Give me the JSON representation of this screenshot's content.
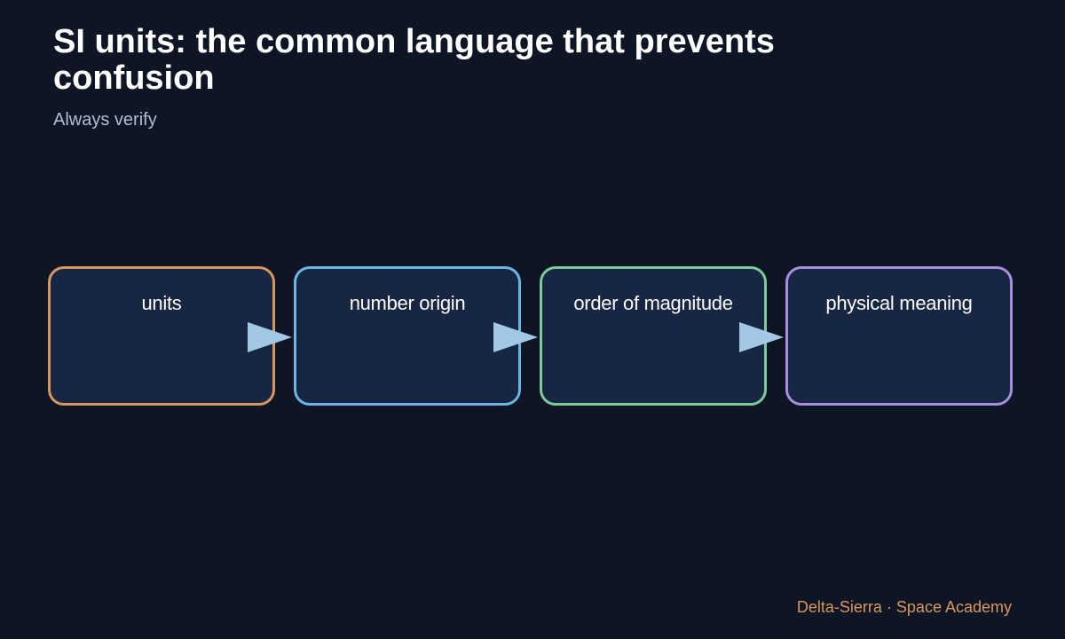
{
  "header": {
    "title": "SI units: the common language that prevents confusion",
    "subtitle": "Always verify"
  },
  "steps": [
    {
      "label": "units",
      "color": "#d9965c"
    },
    {
      "label": "number origin",
      "color": "#6cb6e3"
    },
    {
      "label": "order of magnitude",
      "color": "#7ccb9b"
    },
    {
      "label": "physical meaning",
      "color": "#a98ee0"
    }
  ],
  "arrow_color": "#a3c8e6",
  "footer": {
    "credit": "Delta-Sierra · Space Academy"
  }
}
